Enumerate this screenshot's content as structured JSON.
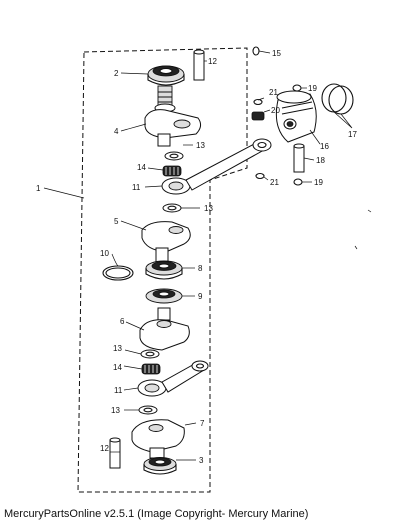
{
  "labels": {
    "l1": "1",
    "l2": "2",
    "l3": "3",
    "l4": "4",
    "l5": "5",
    "l6": "6",
    "l7": "7",
    "l8": "8",
    "l9": "9",
    "l10": "10",
    "l11a": "11",
    "l11b": "11",
    "l12a": "12",
    "l12b": "12",
    "l13a": "13",
    "l13b": "13",
    "l13c": "13",
    "l13d": "13",
    "l14a": "14",
    "l14b": "14",
    "l15": "15",
    "l16": "16",
    "l17": "17",
    "l18": "18",
    "l19a": "19",
    "l19b": "19",
    "l20": "20",
    "l21a": "21",
    "l21b": "21"
  },
  "caption": "MercuryPartsOnline v2.5.1 (Image Copyright- Mercury Marine)"
}
